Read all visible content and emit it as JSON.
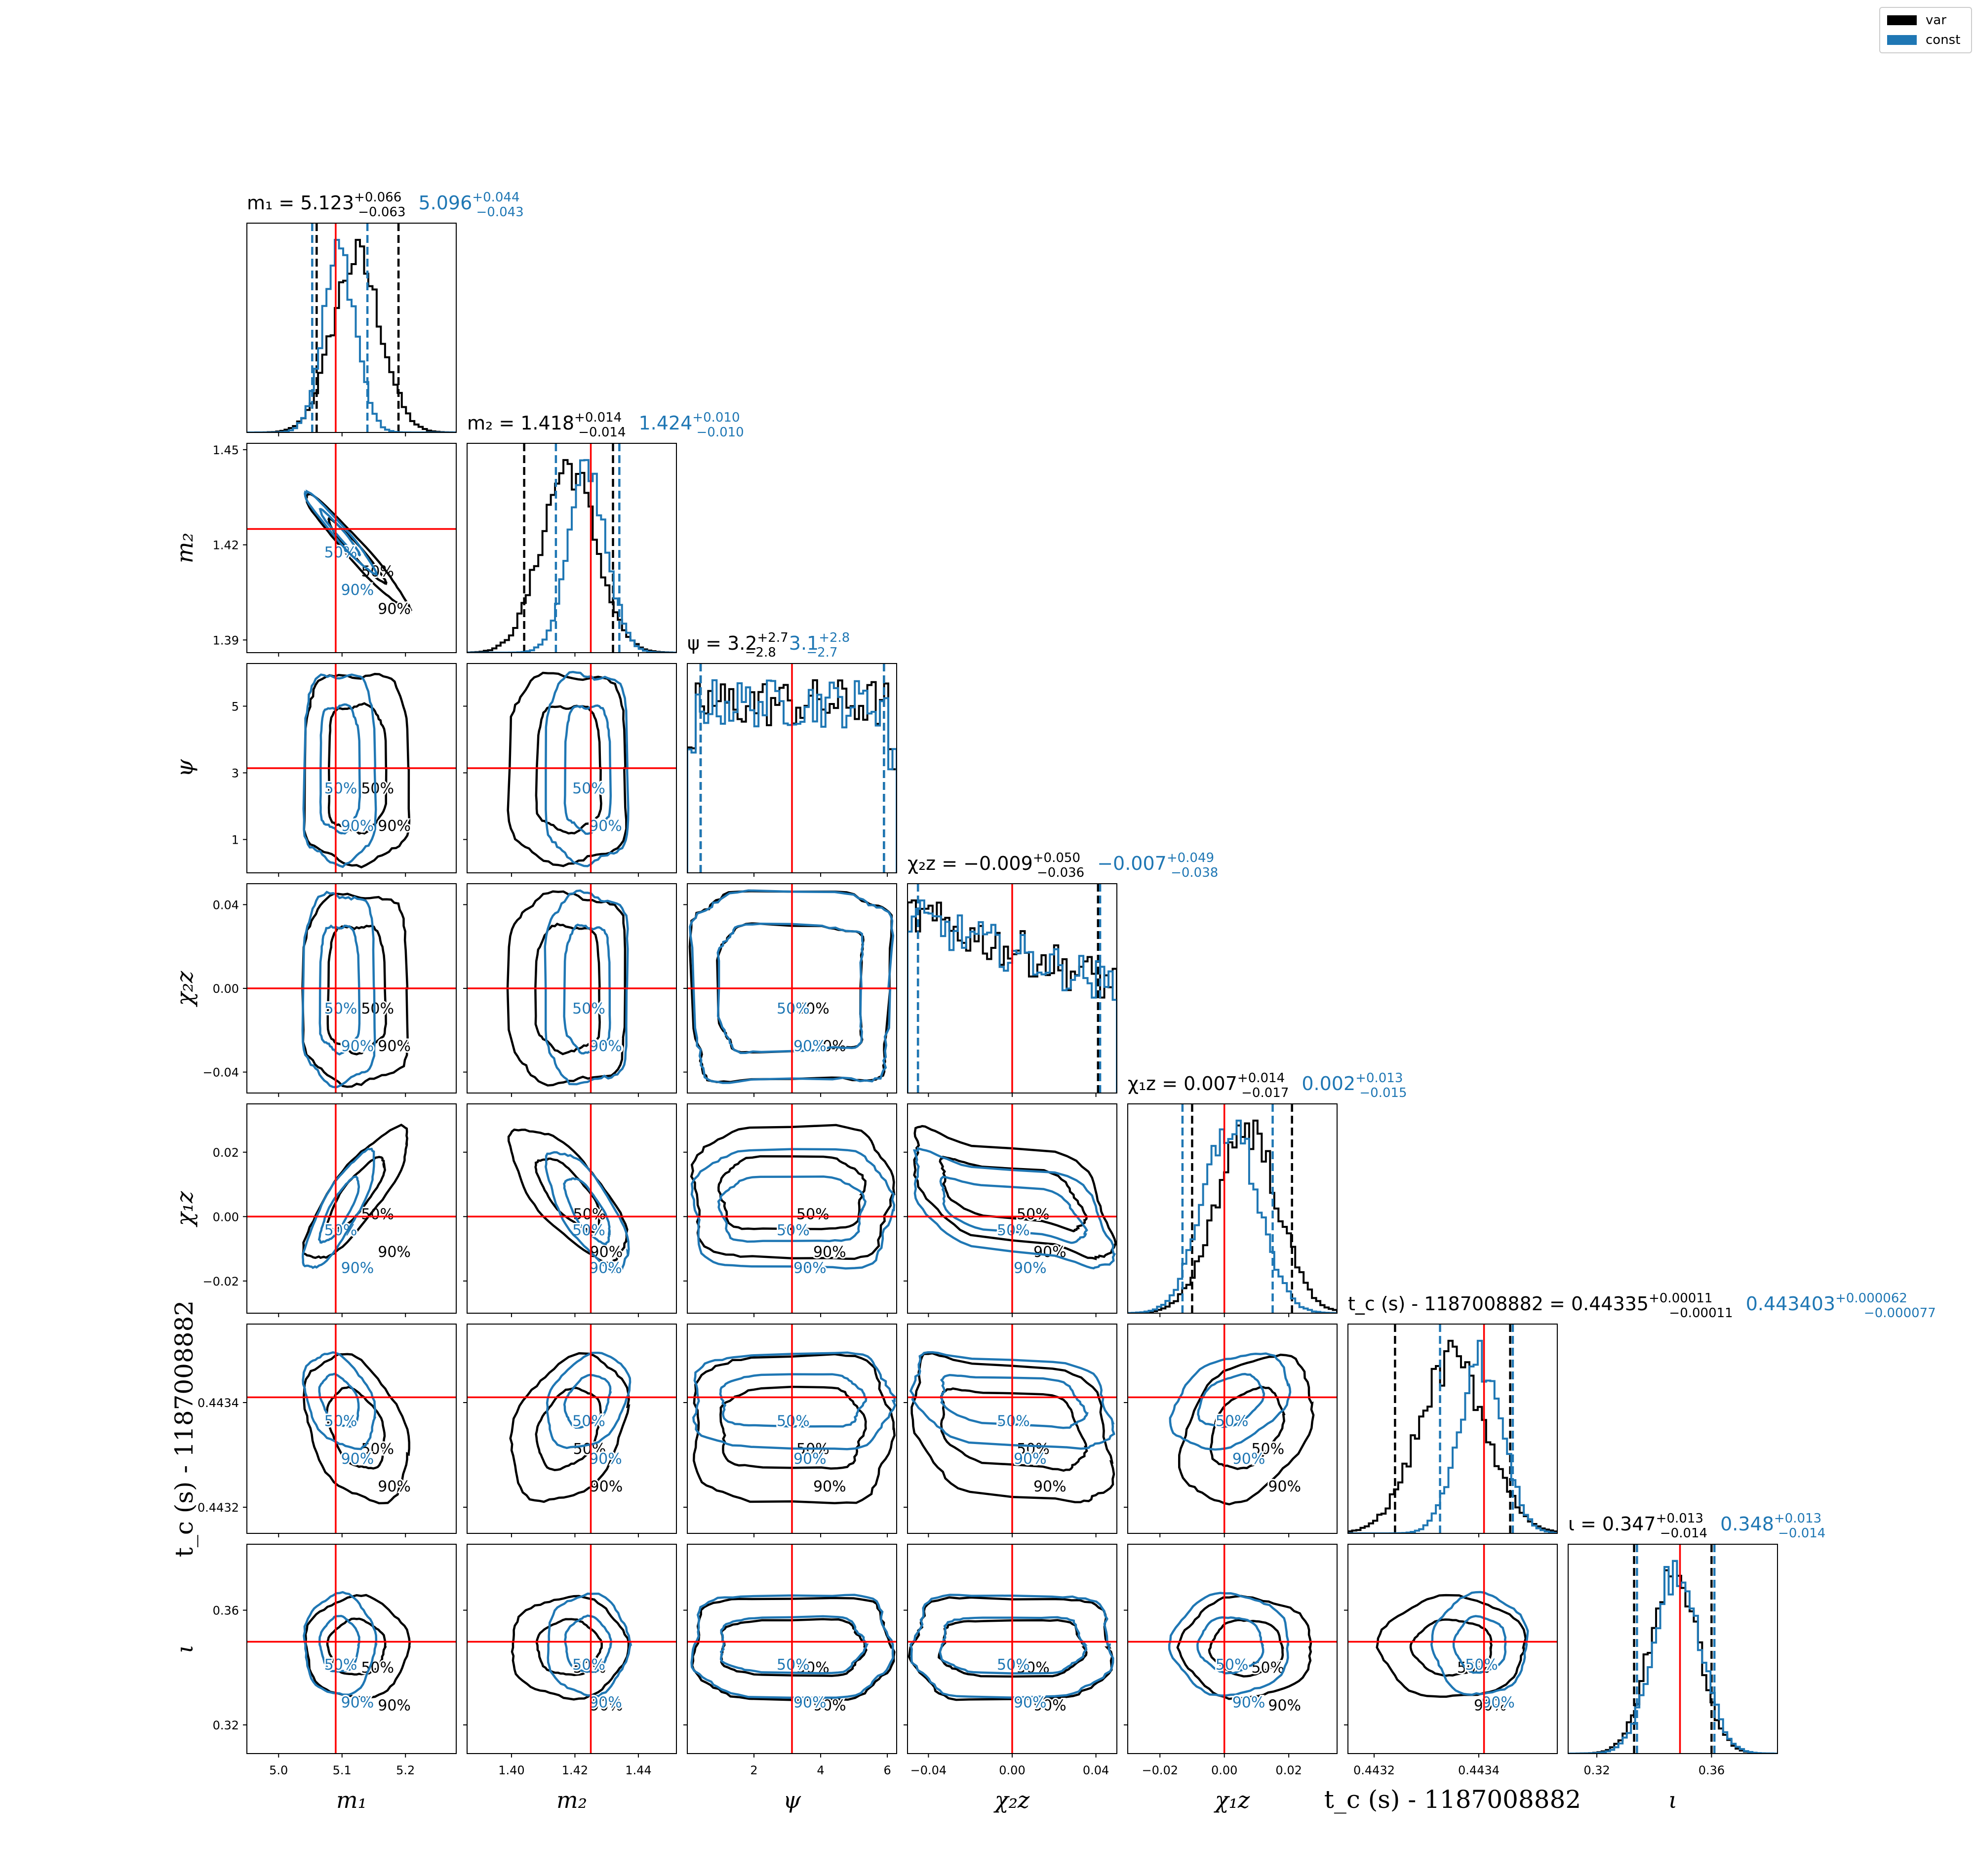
{
  "chart_data": {
    "type": "corner",
    "series": [
      {
        "name": "var",
        "color": "#000000"
      },
      {
        "name": "const",
        "color": "#1f77b4"
      }
    ],
    "truth_color": "#ff0000",
    "parameters": [
      {
        "key": "m1",
        "label": "m₁",
        "range": [
          4.95,
          5.28
        ],
        "ticks": [
          5.0,
          5.1,
          5.2
        ],
        "tick_labels": [
          "5.0",
          "5.1",
          "5.2"
        ],
        "truth": 5.09,
        "var": {
          "median": 5.123,
          "lo": 5.06,
          "hi": 5.189,
          "sigma": 0.038
        },
        "const": {
          "median": 5.096,
          "lo": 5.053,
          "hi": 5.14,
          "sigma": 0.026
        },
        "title_prefix": "m₁ = ",
        "title_var": {
          "value": "5.123",
          "plus": "+0.066",
          "minus": "−0.063"
        },
        "title_const": {
          "value": "5.096",
          "plus": "+0.044",
          "minus": "−0.043"
        }
      },
      {
        "key": "m2",
        "label": "m₂",
        "range": [
          1.386,
          1.452
        ],
        "ticks": [
          1.4,
          1.42,
          1.44
        ],
        "tick_labels_x": [
          "1.40",
          "1.42",
          "1.44"
        ],
        "yticks": [
          1.39,
          1.42,
          1.45
        ],
        "tick_labels_y": [
          "1.39",
          "1.42",
          "1.45"
        ],
        "truth": 1.425,
        "var": {
          "median": 1.418,
          "lo": 1.404,
          "hi": 1.432,
          "sigma": 0.0085
        },
        "const": {
          "median": 1.424,
          "lo": 1.414,
          "hi": 1.434,
          "sigma": 0.006
        },
        "title_prefix": "m₂ = ",
        "title_var": {
          "value": "1.418",
          "plus": "+0.014",
          "minus": "−0.014"
        },
        "title_const": {
          "value": "1.424",
          "plus": "+0.010",
          "minus": "−0.010"
        }
      },
      {
        "key": "psi",
        "label": "ψ",
        "range": [
          0.0,
          6.28
        ],
        "ticks": [
          2,
          4,
          6
        ],
        "tick_labels_x": [
          "2",
          "4",
          "6"
        ],
        "yticks": [
          1,
          3,
          5
        ],
        "tick_labels_y": [
          "1",
          "3",
          "5"
        ],
        "truth": 3.14,
        "var": {
          "median": 3.2,
          "lo": 0.4,
          "hi": 5.9,
          "sigma": 0
        },
        "const": {
          "median": 3.1,
          "lo": 0.4,
          "hi": 5.9,
          "sigma": 0
        },
        "title_prefix": "ψ = ",
        "title_var": {
          "value": "3.2",
          "plus": "+2.7",
          "minus": "−2.8"
        },
        "title_const": {
          "value": "3.1",
          "plus": "+2.8",
          "minus": "−2.7"
        }
      },
      {
        "key": "chi2z",
        "label": "χ₂z",
        "range": [
          -0.05,
          0.05
        ],
        "ticks": [
          -0.04,
          0.0,
          0.04
        ],
        "tick_labels_x": [
          "−0.04",
          "0.00",
          "0.04"
        ],
        "yticks": [
          -0.04,
          0.0,
          0.04
        ],
        "tick_labels_y": [
          "−0.04",
          "0.00",
          "0.04"
        ],
        "truth": 0.0,
        "var": {
          "median": -0.009,
          "lo": -0.045,
          "hi": 0.041,
          "sigma": 0
        },
        "const": {
          "median": -0.007,
          "lo": -0.045,
          "hi": 0.042,
          "sigma": 0
        },
        "title_prefix": "χ₂z = ",
        "title_var": {
          "value": "−0.009",
          "plus": "+0.050",
          "minus": "−0.036"
        },
        "title_const": {
          "value": "−0.007",
          "plus": "+0.049",
          "minus": "−0.038"
        }
      },
      {
        "key": "chi1z",
        "label": "χ₁z",
        "range": [
          -0.03,
          0.035
        ],
        "ticks": [
          -0.02,
          0.0,
          0.02
        ],
        "tick_labels_x": [
          "−0.02",
          "0.00",
          "0.02"
        ],
        "yticks": [
          -0.02,
          0.0,
          0.02
        ],
        "tick_labels_y": [
          "−0.02",
          "0.00",
          "0.02"
        ],
        "truth": 0.0,
        "var": {
          "median": 0.007,
          "lo": -0.01,
          "hi": 0.021,
          "sigma": 0.0095
        },
        "const": {
          "median": 0.002,
          "lo": -0.013,
          "hi": 0.015,
          "sigma": 0.0085
        },
        "title_prefix": "χ₁z = ",
        "title_var": {
          "value": "0.007",
          "plus": "+0.014",
          "minus": "−0.017"
        },
        "title_const": {
          "value": "0.002",
          "plus": "+0.013",
          "minus": "−0.015"
        }
      },
      {
        "key": "tc",
        "label": "t_c (s) - 1187008882",
        "range": [
          0.44315,
          0.44355
        ],
        "ticks": [
          0.4432,
          0.4434
        ],
        "tick_labels_x": [
          "0.4432",
          "0.4434"
        ],
        "yticks": [
          0.4432,
          0.4434
        ],
        "tick_labels_y": [
          "0.4432",
          "0.4434"
        ],
        "truth": 0.44341,
        "var": {
          "median": 0.44335,
          "lo": 0.44324,
          "hi": 0.44346,
          "sigma": 6.5e-05
        },
        "const": {
          "median": 0.443403,
          "lo": 0.443326,
          "hi": 0.443465,
          "sigma": 4.2e-05
        },
        "title_prefix": "t_c (s) - 1187008882 = ",
        "title_var": {
          "value": "0.44335",
          "plus": "+0.00011",
          "minus": "−0.00011"
        },
        "title_const": {
          "value": "0.443403",
          "plus": "+0.000062",
          "minus": "−0.000077"
        }
      },
      {
        "key": "iota",
        "label": "ι",
        "range": [
          0.31,
          0.383
        ],
        "ticks": [
          0.32,
          0.36
        ],
        "tick_labels_x": [
          "0.32",
          "0.36"
        ],
        "yticks": [
          0.32,
          0.36
        ],
        "tick_labels_y": [
          "0.32",
          "0.36"
        ],
        "truth": 0.349,
        "var": {
          "median": 0.347,
          "lo": 0.333,
          "hi": 0.36,
          "sigma": 0.0082
        },
        "const": {
          "median": 0.348,
          "lo": 0.334,
          "hi": 0.361,
          "sigma": 0.0082
        },
        "title_prefix": "ι = ",
        "title_var": {
          "value": "0.347",
          "plus": "+0.013",
          "minus": "−0.014"
        },
        "title_const": {
          "value": "0.348",
          "plus": "+0.013",
          "minus": "−0.014"
        }
      }
    ],
    "contour_levels": [
      "50%",
      "90%"
    ],
    "legend": {
      "position": "top-right",
      "entries": [
        "var",
        "const"
      ]
    }
  }
}
